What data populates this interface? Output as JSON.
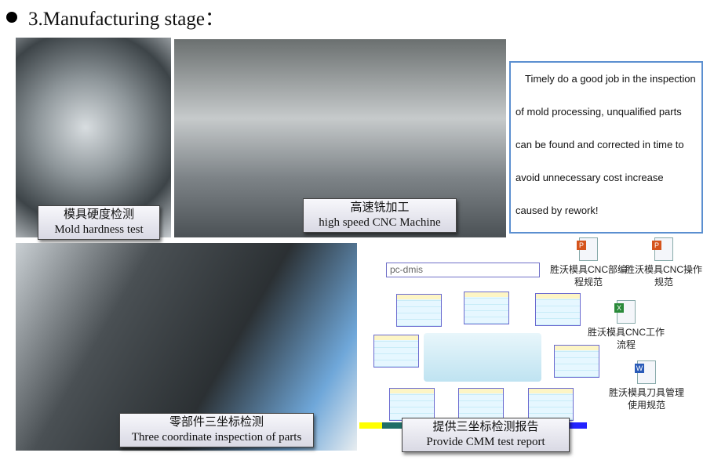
{
  "title": "3.Manufacturing stage：",
  "photos": [
    {
      "caption_cn": "模具硬度检测",
      "caption_en": "Mold hardness test"
    },
    {
      "caption_cn": "高速铣加工",
      "caption_en": "high speed CNC Machine"
    },
    {
      "caption_cn": "零部件三坐标检测",
      "caption_en": "Three coordinate inspection of parts"
    },
    {
      "caption_cn": "提供三坐标检测报告",
      "caption_en": "Provide CMM test report"
    }
  ],
  "textbox": {
    "lines": [
      "Timely do a good job in the inspection",
      "of mold processing, unqualified parts",
      "can be found and corrected in time to",
      "avoid unnecessary cost increase",
      "caused by rework!"
    ]
  },
  "report": {
    "logo": "pc-dmis"
  },
  "documents": [
    {
      "icon": "powerpoint-icon",
      "label": "胜沃模具CNC部编程规范"
    },
    {
      "icon": "powerpoint-icon",
      "label": "胜沃模具CNC操作规范"
    },
    {
      "icon": "excel-icon",
      "label": "胜沃模具CNC工作流程"
    },
    {
      "icon": "word-icon",
      "label": "胜沃模具刀具管理使用规范"
    }
  ]
}
